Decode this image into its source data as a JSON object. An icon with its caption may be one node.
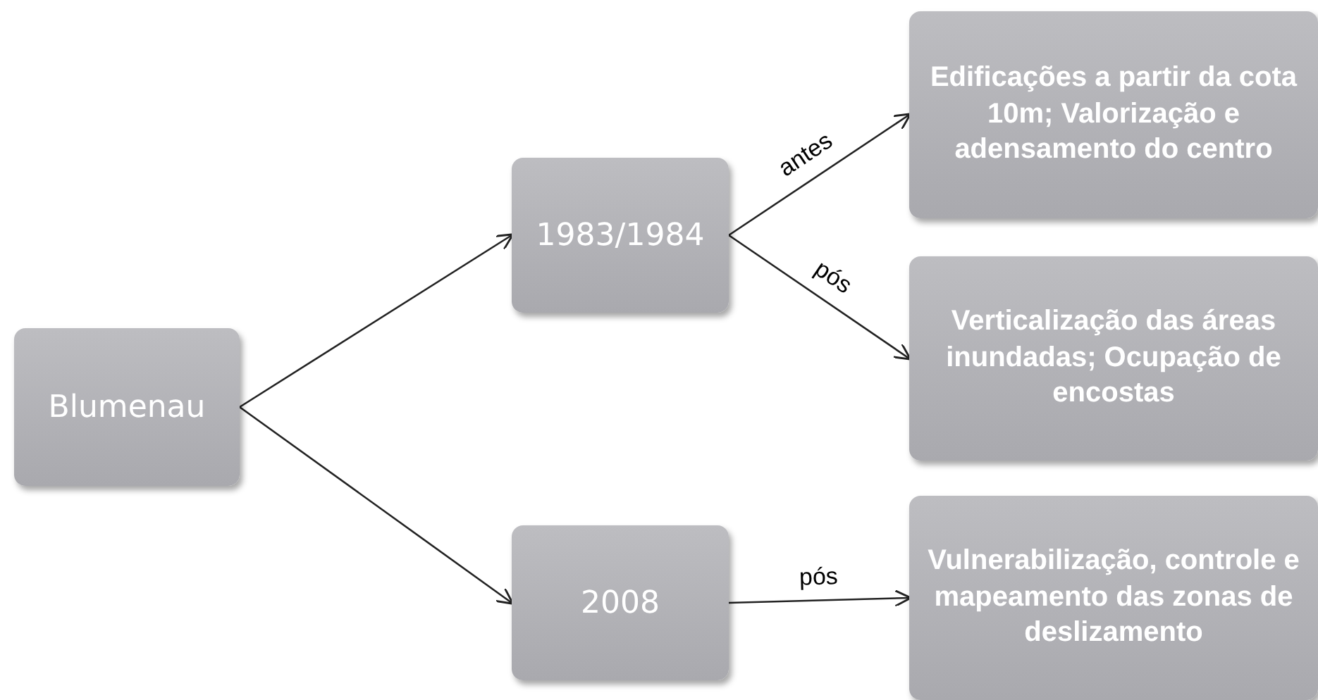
{
  "diagram": {
    "nodes": [
      {
        "text": [
          "Blumenau"
        ]
      },
      {
        "text": [
          "1983/1984"
        ]
      },
      {
        "text": [
          "2008"
        ]
      },
      {
        "text": [
          "Edificações a partir da cota 10m; Valorização e adensamento do centro"
        ]
      },
      {
        "text": [
          "Verticalização das áreas inundadas; Ocupação de encostas"
        ]
      },
      {
        "text": [
          "Vulnerabilização, controle e mapeamento das zonas de deslizamento"
        ]
      }
    ],
    "edges": [
      {
        "from": 0,
        "to": 1,
        "arrow": "to"
      },
      {
        "from": 0,
        "to": 2,
        "arrow": "to"
      },
      {
        "from": 1,
        "to": 3,
        "arrow": "to",
        "label": "antes"
      },
      {
        "from": 1,
        "to": 4,
        "arrow": "to",
        "label": "pós"
      },
      {
        "from": 2,
        "to": 5,
        "arrow": "to",
        "label": "pós"
      }
    ]
  }
}
